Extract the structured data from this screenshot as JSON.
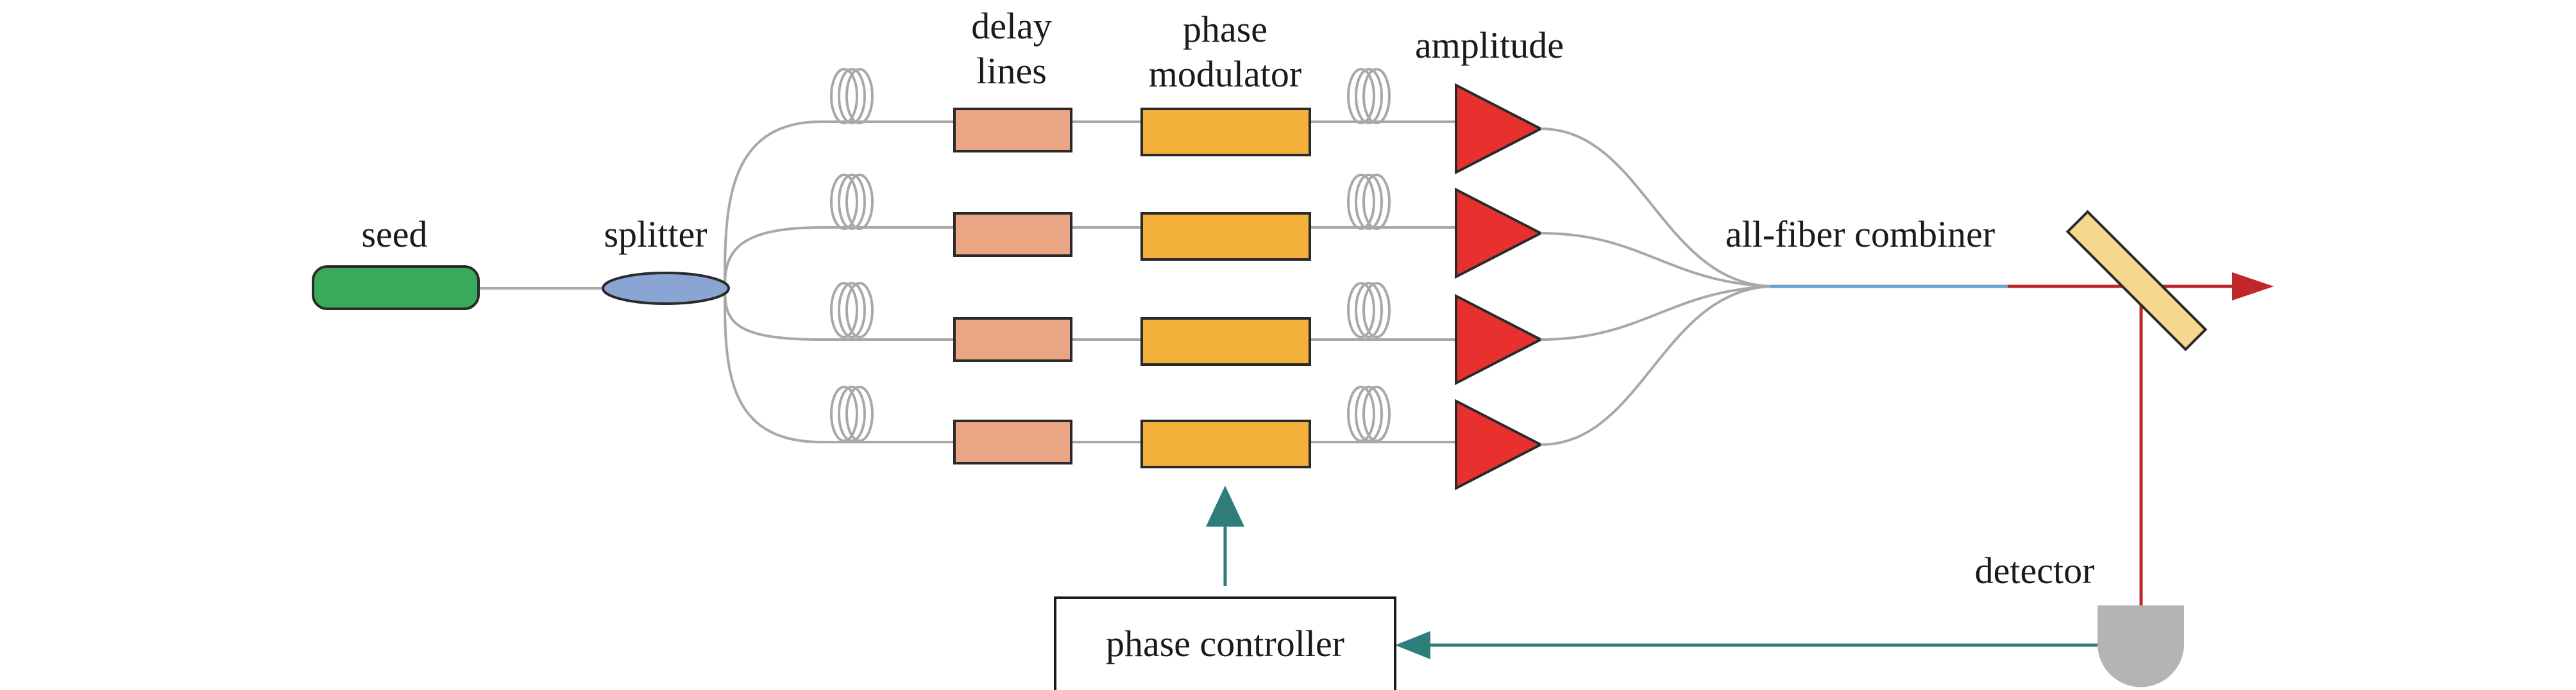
{
  "labels": {
    "seed": "seed",
    "splitter": "splitter",
    "delay_line_1": "delay",
    "delay_line_2": "lines",
    "phase_modulator_1": "phase",
    "phase_modulator_2": "modulator",
    "amplitude": "amplitude",
    "combiner": "all-fiber combiner",
    "detector": "detector",
    "phase_controller": "phase controller"
  },
  "channel_count": 4,
  "colors": {
    "seed": "#3aaa5a",
    "splitter": "#8aa4d4",
    "delay_line": "#e9a584",
    "phase_modulator": "#f3b13c",
    "amplifier": "#e8312f",
    "mirror": "#f5d78e",
    "detector": "#b4b4b6",
    "fiber": "#a8a8a8",
    "combined_fiber": "#6aa0cc",
    "laser_beam": "#c0272d",
    "feedback": "#2e7d7a"
  }
}
